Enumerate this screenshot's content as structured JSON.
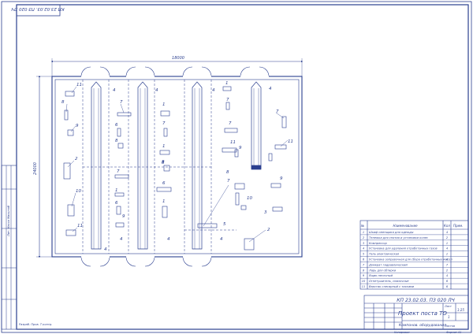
{
  "drawing": {
    "stamp_top": "КП 23.02.03. ПЗ 020 ЛЧ",
    "dim_width": "18000",
    "dim_height": "24000",
    "left_strip_note": "Лит. Масса Масштаб",
    "bottom_left_note": "Разраб. Пров. Т.контр."
  },
  "legend": {
    "headers": {
      "num": "№",
      "name": "Наименование",
      "qty": "Кол",
      "note": "Прим."
    },
    "rows": [
      {
        "num": "1",
        "name": "Шкаф сменщика для одежды",
        "qty": "4",
        "note": ""
      },
      {
        "num": "2",
        "name": "Тележка для снятия и установки колес",
        "qty": "2",
        "note": ""
      },
      {
        "num": "3",
        "name": "Компрессор",
        "qty": "1",
        "note": ""
      },
      {
        "num": "4",
        "name": "Установка для удаления отработанных газов",
        "qty": "4",
        "note": ""
      },
      {
        "num": "5",
        "name": "Таль электрическая",
        "qty": "1",
        "note": ""
      },
      {
        "num": "6",
        "name": "Установка заправочная для сбора отработанных масел",
        "qty": "4",
        "note": ""
      },
      {
        "num": "7",
        "name": "Домкрат гидравлический",
        "qty": "7",
        "note": ""
      },
      {
        "num": "8",
        "name": "Ларь для обтирки",
        "qty": "2",
        "note": ""
      },
      {
        "num": "9",
        "name": "Ящик песочный",
        "qty": "4",
        "note": ""
      },
      {
        "num": "10",
        "name": "Огнетушитель, смазочные",
        "qty": "6",
        "note": ""
      },
      {
        "num": "11",
        "name": "Верстак слесарный с тисками",
        "qty": "6",
        "note": ""
      }
    ]
  },
  "title_block": {
    "doc_code": "КП 23.02.03. ПЗ 020 ЛЧ",
    "title": "Проект поста ТО",
    "subtitle": "Компонов. оборудования",
    "sheet_label": "Лист",
    "sheets_label": "Листов",
    "scale": "1:25",
    "sheet_num": "1",
    "copy_label": "Копировал",
    "format_label": "Формат А1"
  },
  "equipment_labels": [
    "11",
    "8",
    "9",
    "2",
    "10",
    "11",
    "7",
    "6",
    "8",
    "7",
    "1",
    "9",
    "6",
    "1",
    "7",
    "1",
    "8",
    "6",
    "1",
    "8",
    "1",
    "7",
    "11",
    "9",
    "8",
    "7",
    "10",
    "7",
    "3",
    "2",
    "5",
    "7",
    "11",
    "9",
    "4",
    "4",
    "4",
    "4",
    "4",
    "4",
    "4",
    "4"
  ]
}
